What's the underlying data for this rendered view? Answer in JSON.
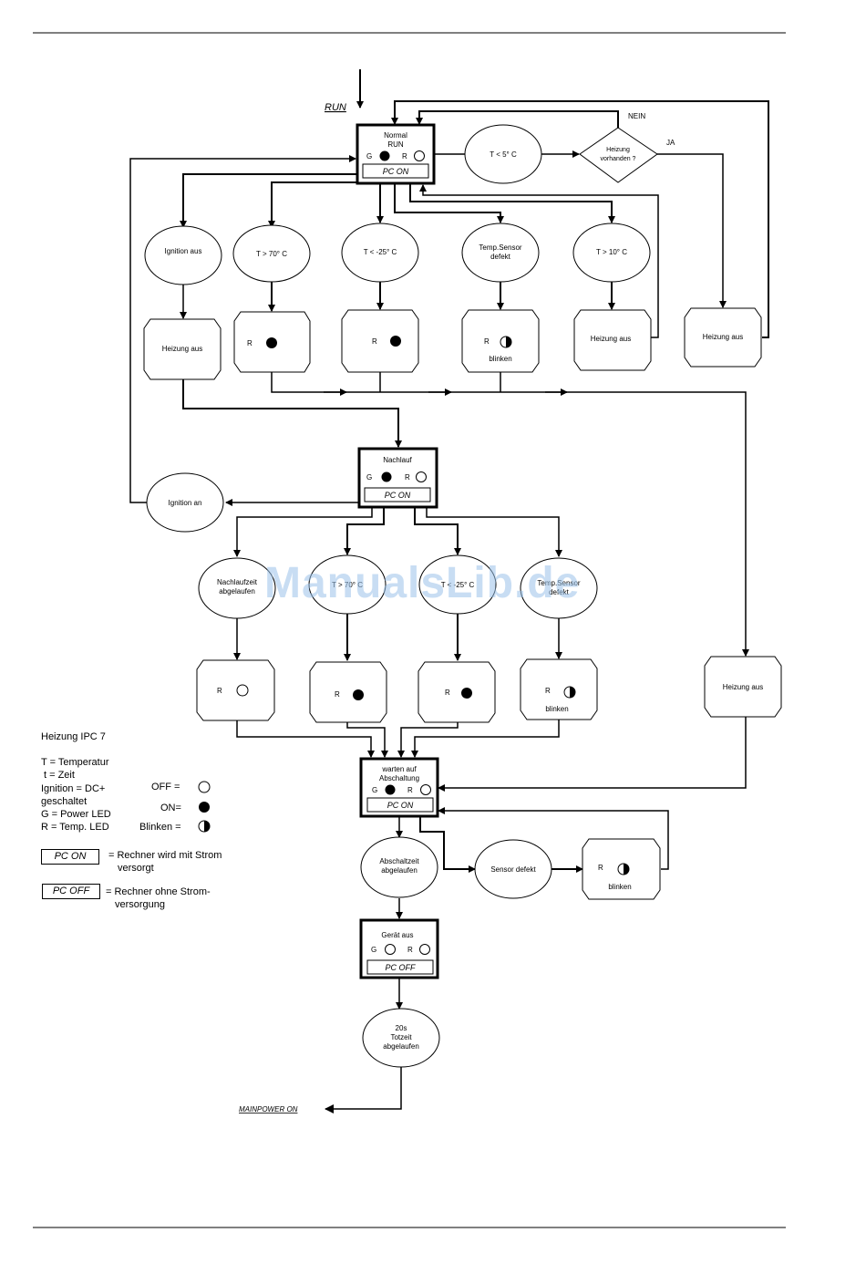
{
  "diagram": {
    "run_label": "RUN",
    "mainpower_label": "MAINPOWER ON",
    "states": {
      "normal": {
        "title_line1": "Normal",
        "title_line2": "RUN",
        "g": "G",
        "r": "R",
        "pc": "PC ON"
      },
      "nachlauf": {
        "title": "Nachlauf",
        "g": "G",
        "r": "R",
        "pc": "PC ON"
      },
      "warten": {
        "title_line1": "warten auf",
        "title_line2": "Abschaltung",
        "g": "G",
        "r": "R",
        "pc": "PC ON"
      },
      "geraet_aus": {
        "title": "Gerät aus",
        "g": "G",
        "r": "R",
        "pc": "PC OFF"
      }
    },
    "conditions": {
      "t_lt5": "T < 5° C",
      "heizung_vorhanden_line1": "Heizung",
      "heizung_vorhanden_line2": "vorhanden ?",
      "nein": "NEIN",
      "ja": "JA",
      "ignition_aus_top": "Ignition aus",
      "t_gt70_top": "T > 70° C",
      "t_lt_minus25_top": "T < -25° C",
      "sensor_defekt_top_line1": "Temp.Sensor",
      "sensor_defekt_top_line2": "defekt",
      "t_gt10": "T > 10° C",
      "ignition_aus_mid": "Ignition an",
      "nachlaufzeit_line1": "Nachlaufzeit",
      "nachlaufzeit_line2": "abgelaufen",
      "t_gt70_mid": "T > 70° C",
      "t_lt_minus25_mid": "T < -25° C",
      "sensor_defekt_mid_line1": "Temp.Sensor",
      "sensor_defekt_mid_line2": "defekt",
      "abschaltzeit_line1": "Abschaltzeit",
      "abschaltzeit_line2": "abgelaufen",
      "sensor_defekt_bottom": "Sensor defekt",
      "totzeit_line1": "20s",
      "totzeit_line2": "Totzeit",
      "totzeit_line3": "abgelaufen"
    },
    "actions": {
      "heizung_aus": "Heizung aus",
      "r": "R",
      "blinken": "blinken"
    }
  },
  "legend": {
    "title": "Heizung IPC 7",
    "line_T": "T = Temperatur",
    "line_t": "t = Zeit",
    "line_ignition1": "Ignition = DC+",
    "line_ignition2": "geschaltet",
    "line_G": "G = Power LED",
    "line_R": "R = Temp. LED",
    "off_label": "OFF =",
    "on_label": "ON=",
    "blinken_label": "Blinken =",
    "pc_on": "PC ON",
    "pc_on_desc1": "= Rechner wird mit Strom",
    "pc_on_desc2": "versorgt",
    "pc_off": "PC OFF",
    "pc_off_desc1": "= Rechner ohne Strom-",
    "pc_off_desc2": "versorgung"
  },
  "watermark": "ManualsLib.de"
}
